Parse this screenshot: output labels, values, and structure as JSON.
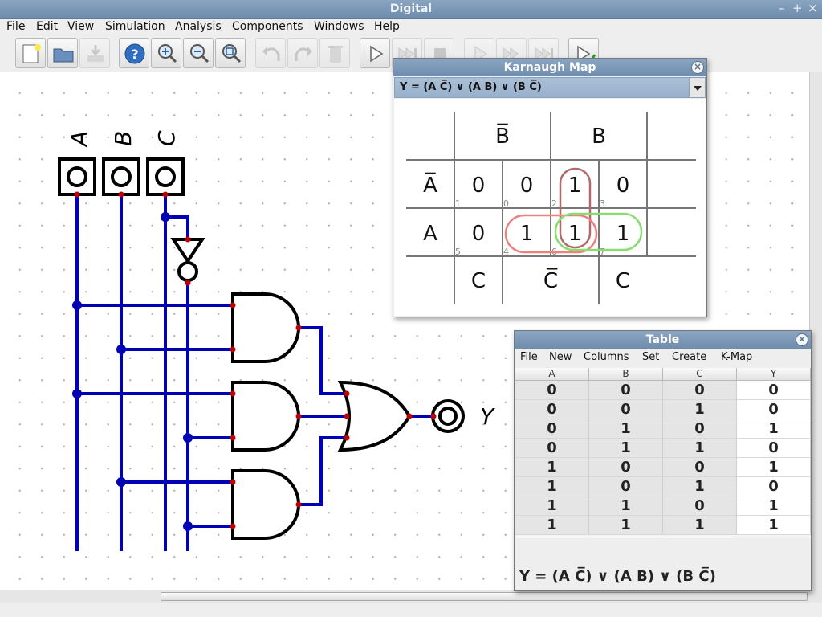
{
  "app": {
    "title": "Digital",
    "window_controls": [
      "–",
      "+",
      "×"
    ]
  },
  "menu": [
    "File",
    "Edit",
    "View",
    "Simulation",
    "Analysis",
    "Components",
    "Windows",
    "Help"
  ],
  "toolbar": [
    {
      "icon": "new-file-icon",
      "enabled": true
    },
    {
      "icon": "open-folder-icon",
      "enabled": true
    },
    {
      "icon": "save-icon",
      "enabled": false
    },
    {
      "icon": "help-icon",
      "enabled": true
    },
    {
      "icon": "zoom-in-icon",
      "enabled": true
    },
    {
      "icon": "zoom-out-icon",
      "enabled": true
    },
    {
      "icon": "zoom-fit-icon",
      "enabled": true
    },
    {
      "icon": "undo-icon",
      "enabled": false
    },
    {
      "icon": "redo-icon",
      "enabled": false
    },
    {
      "icon": "delete-icon",
      "enabled": false
    },
    {
      "icon": "run-icon",
      "enabled": true
    },
    {
      "icon": "step-icon",
      "enabled": false
    },
    {
      "icon": "stop-icon",
      "enabled": false
    },
    {
      "icon": "run-to-break-icon",
      "enabled": false
    },
    {
      "icon": "micro-step-icon",
      "enabled": false
    },
    {
      "icon": "fast-run-icon",
      "enabled": false
    },
    {
      "icon": "run-tests-icon",
      "enabled": true
    }
  ],
  "circuit": {
    "inputs": [
      "A",
      "B",
      "C"
    ],
    "output": "Y",
    "wire_color": "#0000b4",
    "pin_color": "#c00000"
  },
  "kmap": {
    "title": "Karnaugh Map",
    "expression": "Y = (A C̅) ∨ (A B) ∨ (B C̅)",
    "col_headers": [
      "B̅",
      "B"
    ],
    "row_headers": [
      "A̅",
      "A"
    ],
    "bottom_headers": [
      "C",
      "C̅",
      "C"
    ],
    "cells": [
      [
        {
          "value": "0",
          "index": "1"
        },
        {
          "value": "0",
          "index": "0"
        },
        {
          "value": "1",
          "index": "2"
        },
        {
          "value": "0",
          "index": "3"
        }
      ],
      [
        {
          "value": "0",
          "index": "5"
        },
        {
          "value": "1",
          "index": "4"
        },
        {
          "value": "1",
          "index": "6"
        },
        {
          "value": "1",
          "index": "7"
        }
      ]
    ],
    "loop_colors": [
      "#b06a6a",
      "#ee8080",
      "#88dd70"
    ]
  },
  "truth_table": {
    "title": "Table",
    "menu": [
      "File",
      "New",
      "Columns",
      "Set",
      "Create",
      "K-Map"
    ],
    "headers": [
      "A",
      "B",
      "C",
      "Y"
    ],
    "rows": [
      [
        "0",
        "0",
        "0",
        "0"
      ],
      [
        "0",
        "0",
        "1",
        "0"
      ],
      [
        "0",
        "1",
        "0",
        "1"
      ],
      [
        "0",
        "1",
        "1",
        "0"
      ],
      [
        "1",
        "0",
        "0",
        "1"
      ],
      [
        "1",
        "0",
        "1",
        "0"
      ],
      [
        "1",
        "1",
        "0",
        "1"
      ],
      [
        "1",
        "1",
        "1",
        "1"
      ]
    ],
    "expression": "Y = (A C̅) ∨ (A B) ∨ (B C̅)"
  }
}
